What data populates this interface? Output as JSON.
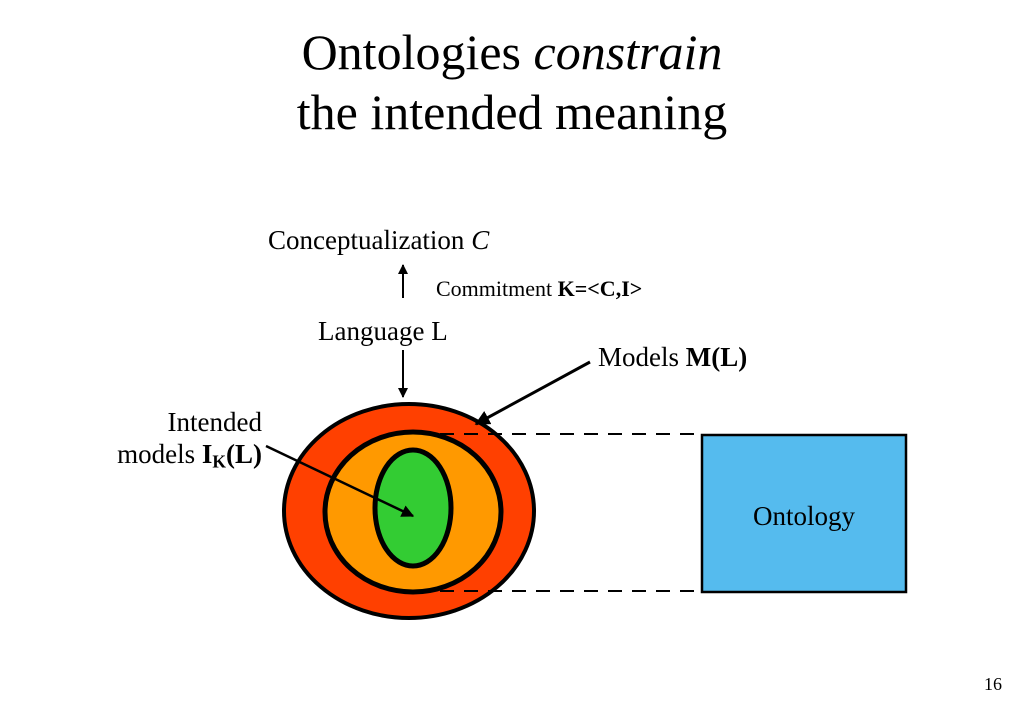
{
  "title": {
    "line1_prefix": "Ontologies",
    "line1_emphasis": "constrain",
    "line2": "the intended meaning"
  },
  "labels": {
    "conceptualization": "Conceptualization",
    "conceptualization_var": "C",
    "commitment": "Commitment",
    "commitment_formula": "K=<C,I>",
    "language": "Language L",
    "models": "Models",
    "models_formula": "M(L)",
    "intended_line1": "Intended",
    "intended_models": "models",
    "intended_I": "I",
    "intended_sub": "K",
    "intended_arg": "(L)",
    "ontology": "Ontology"
  },
  "colors": {
    "outer_ellipse": "#ff4000",
    "middle_ellipse": "#ff9900",
    "inner_ellipse": "#33cc33",
    "ontology_box": "#55bbee"
  },
  "page_number": "16"
}
